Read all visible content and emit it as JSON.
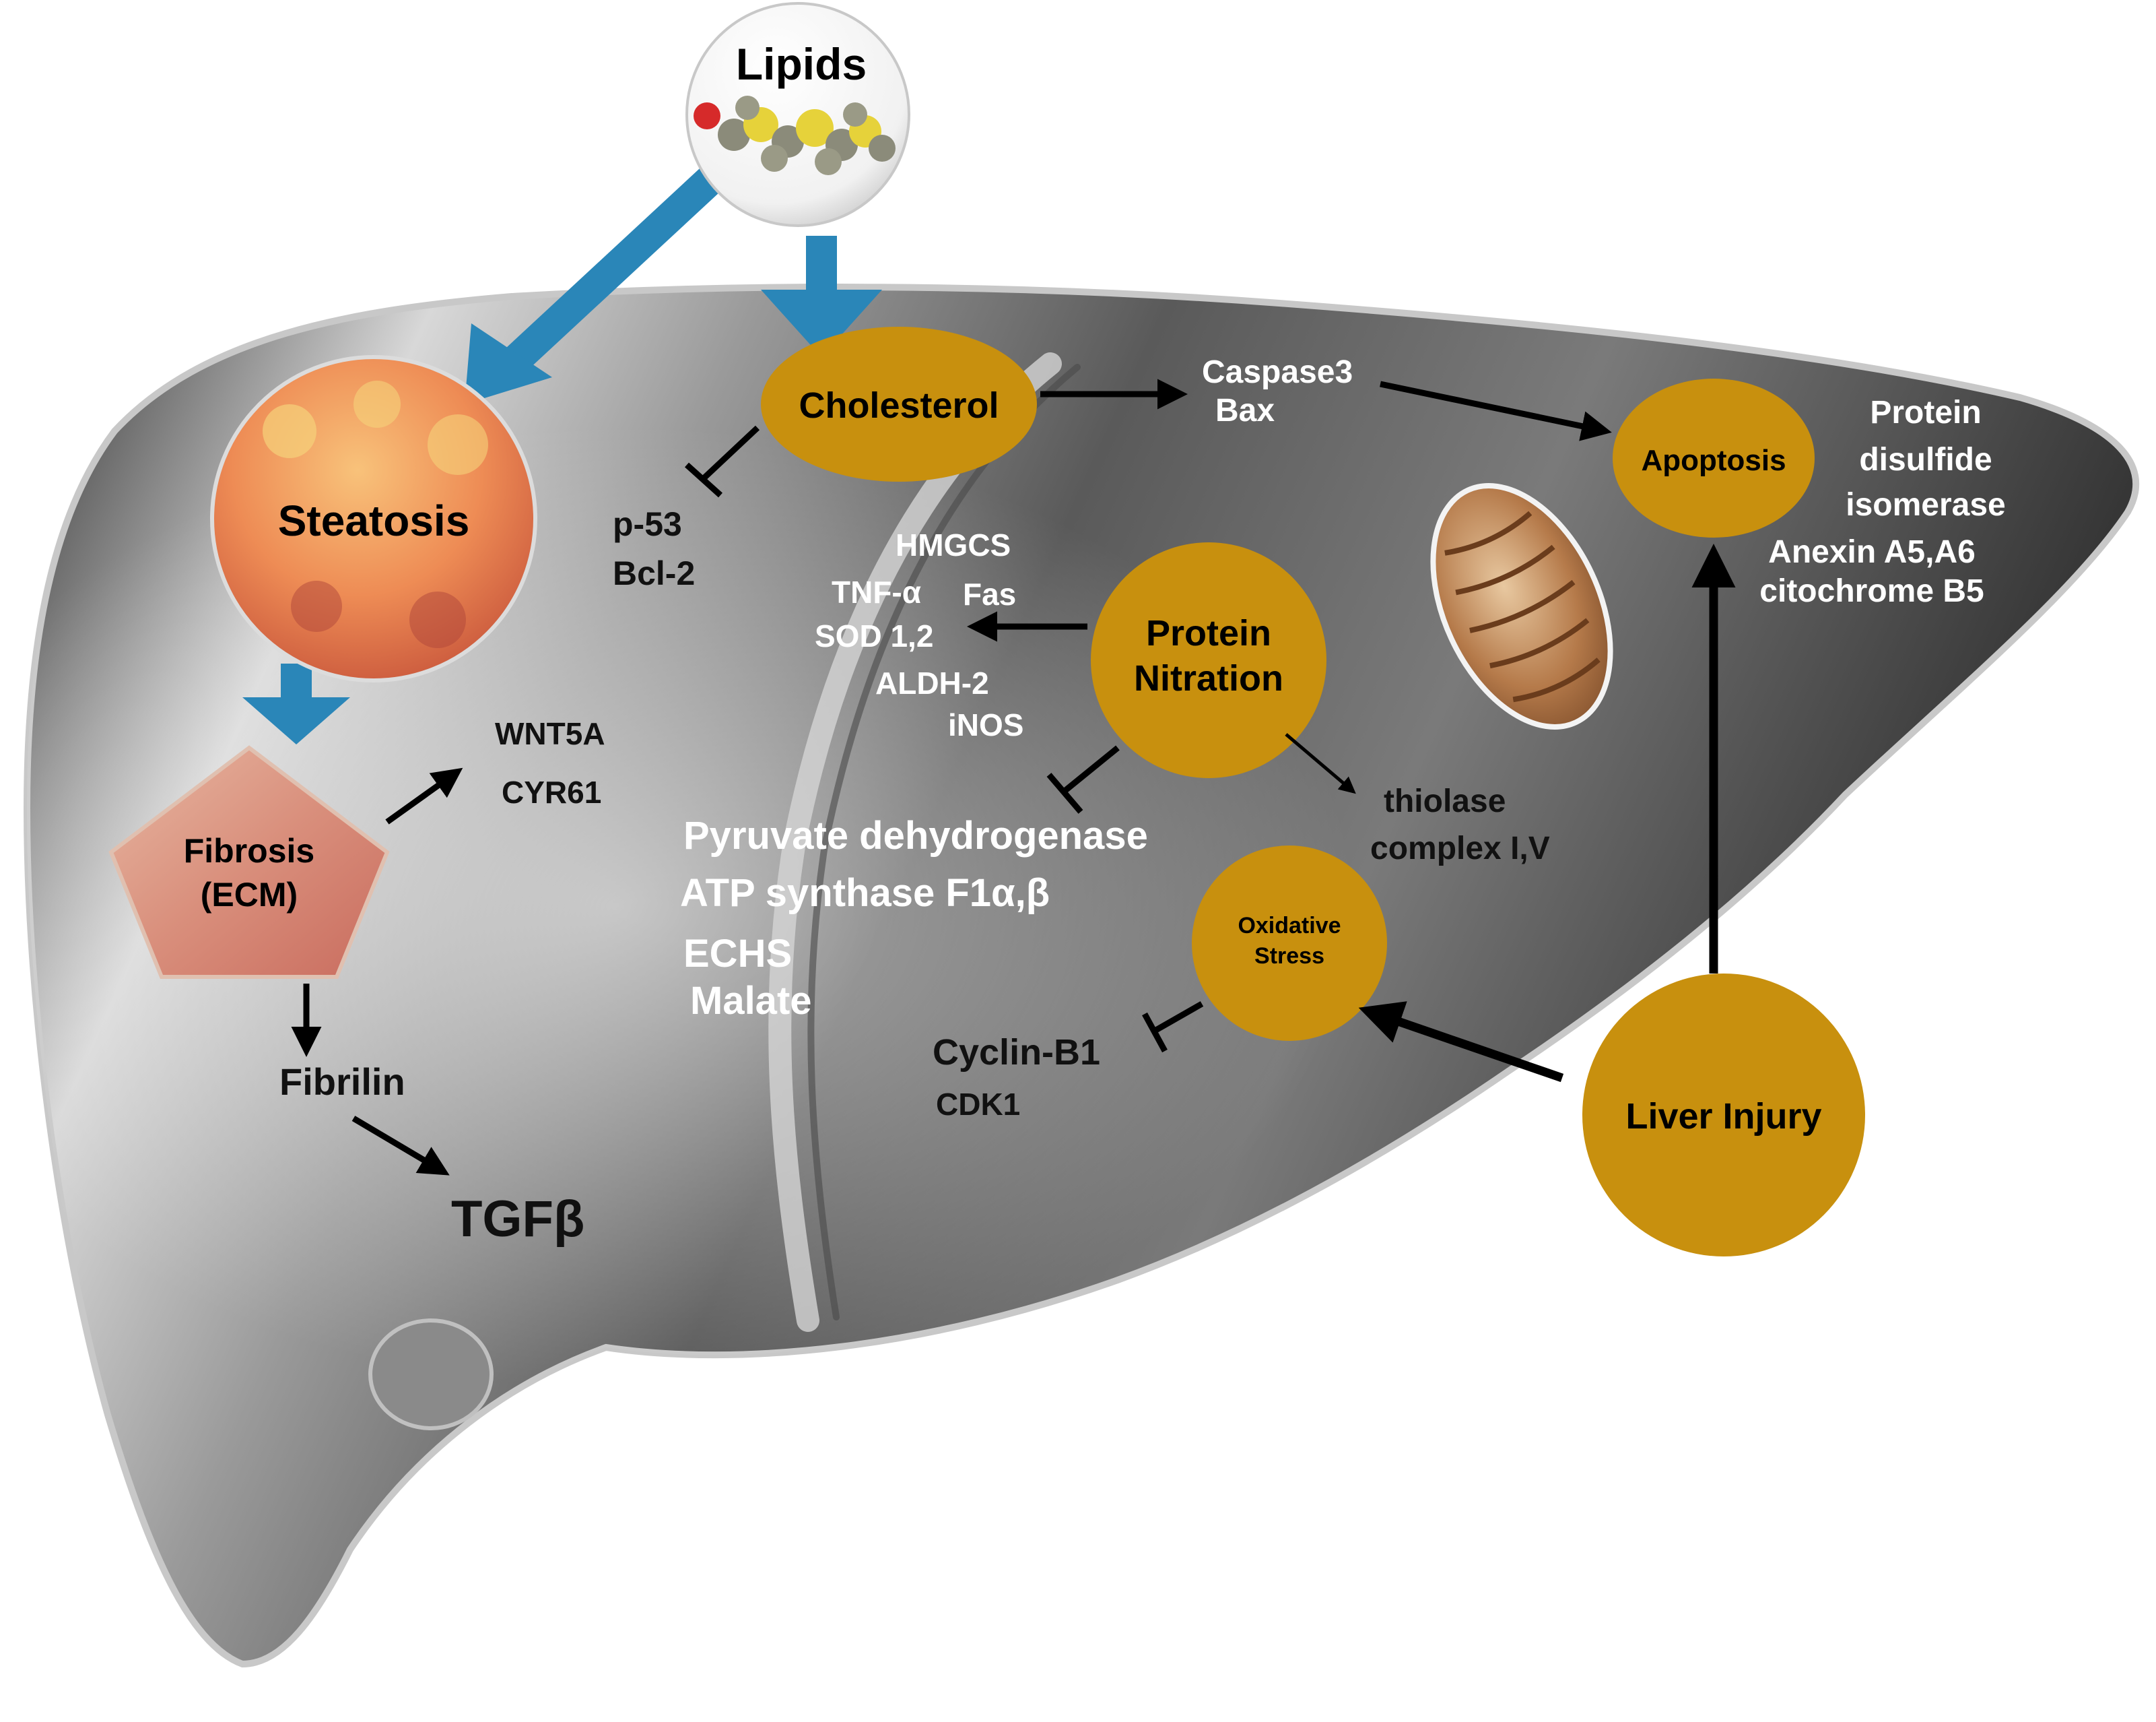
{
  "nodes": {
    "lipids": "Lipids",
    "steatosis": "Steatosis",
    "fibrosis_line1": "Fibrosis",
    "fibrosis_line2": "(ECM)",
    "cholesterol": "Cholesterol",
    "apoptosis": "Apoptosis",
    "protein_nitration_line1": "Protein",
    "protein_nitration_line2": "Nitration",
    "oxidative_stress_line1": "Oxidative",
    "oxidative_stress_line2": "Stress",
    "liver_injury": "Liver Injury"
  },
  "labels": {
    "caspase3": "Caspase3",
    "bax": "Bax",
    "p53": "p-53",
    "bcl2": "Bcl-2",
    "wnt5a": "WNT5A",
    "cyr61": "CYR61",
    "fibrilin": "Fibrilin",
    "tgfb": "TGFβ",
    "hmgcs": "HMGCS",
    "tnfa": "TNF-α",
    "fas": "Fas",
    "sod": "SOD 1,2",
    "aldh2": "ALDH-2",
    "inos": "iNOS",
    "pyruvate": "Pyruvate dehydrogenase",
    "atp": "ATP synthase F1α,β",
    "echs": "ECHS",
    "malate": "Malate",
    "thiolase": "thiolase",
    "complex": "complex I,V",
    "cyclin": "Cyclin-B1",
    "cdk1": "CDK1",
    "pdi_line1": "Protein",
    "pdi_line2": "disulfide",
    "pdi_line3": "isomerase",
    "anexin": "Anexin A5,A6",
    "citochrome": "citochrome B5"
  },
  "colors": {
    "node_fill": "#c8900e",
    "flow_arrow": "#2a86b8",
    "liver_dark": "#3a3a3a",
    "liver_light": "#b8b8b8",
    "white_text": "#ffffff",
    "dark_text": "#111111"
  }
}
